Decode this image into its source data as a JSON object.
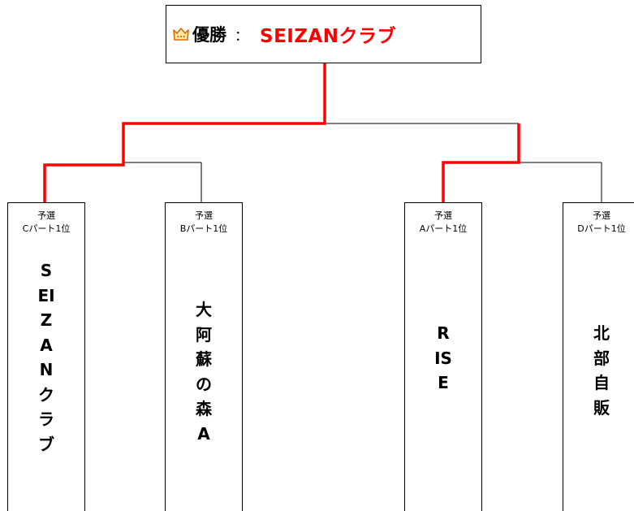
{
  "champion": {
    "label": "優勝",
    "colon": "：",
    "team": "SEIZANクラブ",
    "icon": "crown-icon"
  },
  "colors": {
    "winner_line": "#ff0000",
    "line": "#000000",
    "champion_text": "#ff0000"
  },
  "teams": [
    {
      "stage": "予選",
      "group": "Cパート1位",
      "name": "SEIZANクラブ",
      "winner_path": true
    },
    {
      "stage": "予選",
      "group": "Bパート1位",
      "name": "大阿蘇の森A",
      "winner_path": false
    },
    {
      "stage": "予選",
      "group": "Aパート1位",
      "name": "RISE",
      "winner_path": true
    },
    {
      "stage": "予選",
      "group": "Dパート1位",
      "name": "北部自販",
      "winner_path": false
    }
  ]
}
